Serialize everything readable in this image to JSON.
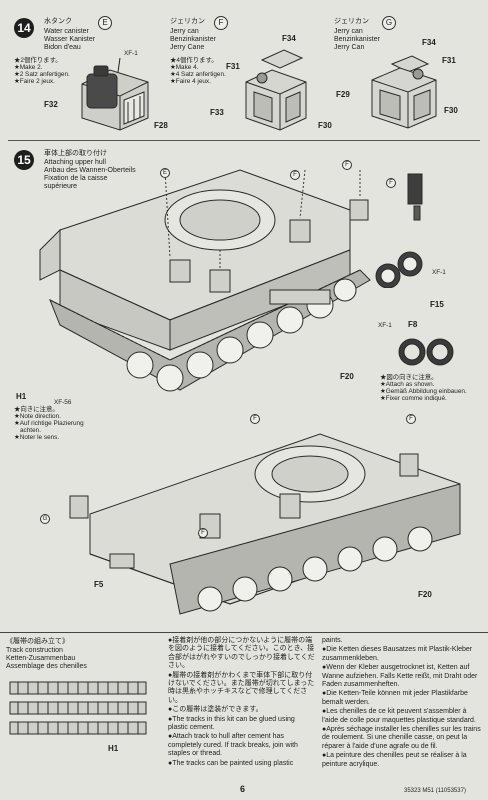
{
  "step14": {
    "number": "14",
    "water": {
      "ja": "水タンク",
      "circle": "E",
      "en": "Water canister",
      "de": "Wasser Kanister",
      "fr": "Bidon d'eau",
      "note1": "★2個作ります。",
      "note2": "★Make 2.",
      "note3": "★2 Satz anfertigen.",
      "note4": "★Faire 2 jeux.",
      "parts": {
        "xf1": "XF-1",
        "f32": "F32",
        "f28": "F28"
      }
    },
    "jerry_f": {
      "ja": "ジェリカン",
      "circle": "F",
      "en": "Jerry can",
      "de": "Benzinkanister",
      "fr": "Jerry Cane",
      "note1": "★4個作ります。",
      "note2": "★Make 4.",
      "note3": "★4 Satz anfertigen.",
      "note4": "★Faire 4 jeux.",
      "parts": {
        "f34": "F34",
        "f31": "F31",
        "f33": "F33",
        "f30": "F30"
      }
    },
    "jerry_g": {
      "ja": "ジェリカン",
      "circle": "G",
      "en": "Jerry can",
      "de": "Benzinkanister",
      "fr": "Jerry Can",
      "parts": {
        "f34": "F34",
        "f31": "F31",
        "f29": "F29",
        "f30": "F30"
      }
    }
  },
  "step15": {
    "number": "15",
    "ja": "車体上部の取り付け",
    "en": "Attaching upper hull",
    "de": "Anbau des Wannen-Oberteils",
    "fr1": "Fixation de la caisse",
    "fr2": "supérieure",
    "parts": {
      "xf1a": "XF-1",
      "f15": "F15",
      "xf1b": "XF-1",
      "f8": "F8",
      "f20a": "F20",
      "h1": "H1",
      "xf56": "XF-56",
      "f5": "F5",
      "f20b": "F20"
    },
    "circle_e": "E",
    "circle_f": "F",
    "circle_g": "G",
    "attach_note": {
      "ja": "★図の向きに注意。",
      "en": "★Attach as shown.",
      "de": "★Gemäß Abbildung einbauen.",
      "fr": "★Fixer comme indiqué."
    },
    "direction_note": {
      "ja": "★向きに注意。",
      "en": "★Note direction.",
      "de1": "★Auf richtige Plazierung",
      "de2": "achten.",
      "fr": "★Noter le sens."
    }
  },
  "track": {
    "ja": "《履帯の組み立て》",
    "en": "Track construction",
    "de": "Ketten-Zusammenbau",
    "fr": "Assemblage des chenilles",
    "part": "H1",
    "col1": [
      "●接着剤が他の部分につかないように履帯の端を図のように接着してください。このとき、接合部がはがれやすいのでしっかり接着してください。",
      "●履帯の接着剤がかわくまで車体下部に取り付けないでください。また履帯が切れてしまった時は黒糸やホッチキスなどで修理してください。",
      "●この履帯は塗装ができます。",
      "●The tracks in this kit can be glued using plastic cement.",
      "●Attach track to hull after cement has completely cured. If track breaks, join with staples or thread.",
      "●The tracks can be painted using plastic"
    ],
    "col2": [
      "paints.",
      "●Die Ketten dieses Bausatzes mit Plastik-Kleber zusammenkleben.",
      "●Wenn der Kleber ausgetrocknet ist, Ketten auf Wanne aufziehen. Falls Kette reißt, mit Draht oder Faden zusammenheften.",
      "●Die Ketten-Teile können mit jeder Plastikfarbe bemalt werden.",
      "●Les chenilles de ce kit peuvent s'assembler à l'aide de colle pour maquettes plastique standard.",
      "●Après séchage installer les chenilles sur les trains de roulement. Si une chenille casse, on peut la réparer à l'aide d'une agrafe ou de fil.",
      "●La peinture des chenilles peut se réaliser à la peinture acrylique."
    ]
  },
  "footer": {
    "page": "6",
    "code": "35323 M51 (11053537)"
  }
}
